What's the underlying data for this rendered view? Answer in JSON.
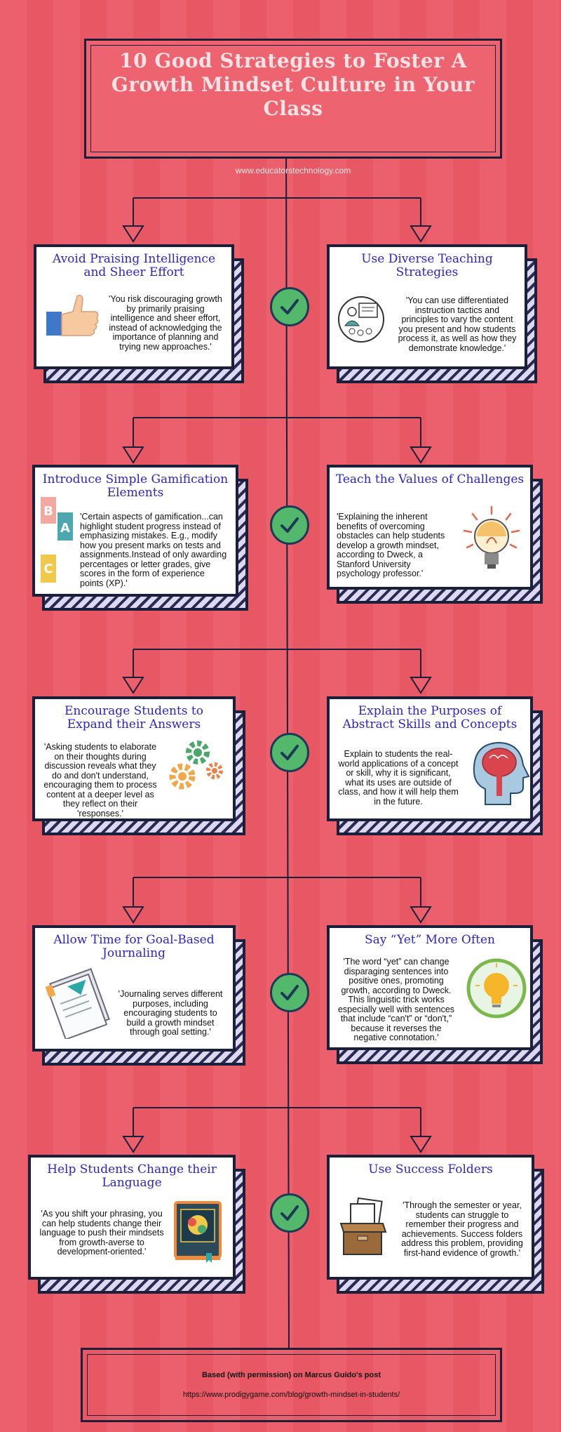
{
  "title": "10  Good Strategies to Foster A Growth Mindset Culture in Your Class",
  "website": "www.educatorstechnology.com",
  "strategies": [
    {
      "title": "Avoid Praising Intelligence and Sheer Effort",
      "text": "'You risk discouraging growth by primarily praising intelligence and sheer effort, instead of acknowledging the importance of planning and trying new approaches.'",
      "icon": "thumbs-up-icon"
    },
    {
      "title": "Use Diverse Teaching Strategies",
      "text": "'You can use differentiated instruction tactics and principles to vary the content you present and how students process it, as well as how they demonstrate knowledge.'",
      "icon": "teacher-board-icon"
    },
    {
      "title": "Introduce Simple Gamification Elements",
      "text": "'Certain aspects of gamification...can highlight student progress instead of emphasizing mistakes. E.g., modify how you present marks on tests and assignments.Instead of only awarding percentages or letter grades, give scores in the form of experience points (XP).'",
      "icon": "abc-blocks-icon",
      "blocks": [
        "B",
        "A",
        "C"
      ]
    },
    {
      "title": "Teach the Values of Challenges",
      "text": "'Explaining the inherent benefits of overcoming obstacles can help students develop a growth mindset, according to Dweck, a Stanford University psychology professor.'",
      "icon": "lightbulb-icon"
    },
    {
      "title": "Encourage Students to Expand their Answers",
      "text": "'Asking students to elaborate on their thoughts during discussion reveals what they do and don't understand, encouraging them to process content at a deeper level as they reflect on their 'responses.'",
      "icon": "gears-icon"
    },
    {
      "title": "Explain the Purposes of Abstract Skills and Concepts",
      "text": "Explain to students the real-world applications of a concept or skill, why it is significant, what its uses are outside of class, and how it will help them in the future.",
      "icon": "brain-head-icon"
    },
    {
      "title": "Allow Time for Goal-Based Journaling",
      "text": "'Journaling serves different purposes, including encouraging students to build a growth mindset through goal setting.'",
      "icon": "journal-icon"
    },
    {
      "title": "Say “Yet” More Often",
      "text": "'The word “yet” can change disparaging sentences into positive ones, promoting growth, according to Dweck. This linguistic trick works especially well with sentences that include “can't” or “don't,” because it reverses the negative connotation.'",
      "icon": "bulb-circle-icon"
    },
    {
      "title": "Help Students Change their Language",
      "text": "'As you shift your phrasing, you can help students change their language to push their mindsets from growth-averse to development-oriented.'",
      "icon": "book-icon"
    },
    {
      "title": "Use Success Folders",
      "text": "'Through the semester or year, students can struggle to remember their progress and achievements. Success folders address this problem, providing first-hand evidence of growth.'",
      "icon": "folder-box-icon"
    }
  ],
  "footer": {
    "credit": "Based (with permission) on Marcus Guido's post",
    "url": "https://www.prodigygame.com/blog/growth-mindset-in-students/"
  },
  "colors": {
    "background": "#ec5f6c",
    "title_text": "#fbe3e5",
    "card_title": "#2c24c8",
    "check": "#54b86c",
    "border": "#1c1f3a"
  }
}
